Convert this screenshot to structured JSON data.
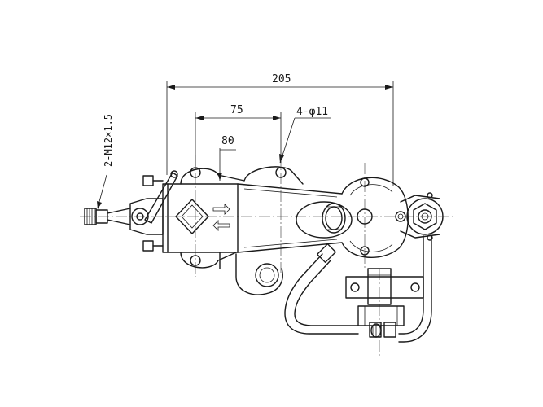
{
  "dimensions": {
    "overall_width": "205",
    "mounting_span": "75",
    "center_offset": "80",
    "hole_callout": "4-φ11",
    "thread_callout": "2-M12×1.5"
  }
}
